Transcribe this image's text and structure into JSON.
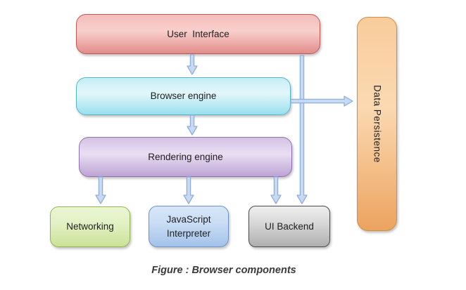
{
  "figure": {
    "caption": "Figure : Browser components"
  },
  "diagram": {
    "nodes": {
      "user_interface": {
        "label": "User  Interface",
        "colors": [
          "#f3bdba",
          "#f8cfcc",
          "#e28c8a"
        ],
        "border": "#bf5a57"
      },
      "browser_engine": {
        "label": "Browser engine",
        "colors": [
          "#c6edf5",
          "#e2f7fb",
          "#9adeee"
        ],
        "border": "#54b6cb"
      },
      "rendering_engine": {
        "label": "Rendering engine",
        "colors": [
          "#d4c2e4",
          "#e9def2",
          "#bda4d4"
        ],
        "border": "#8e71ad"
      },
      "networking": {
        "label": "Networking",
        "colors": [
          "#ebf6d4",
          "#e2f1c4",
          "#cbe299"
        ],
        "border": "#94b64f"
      },
      "js_interpreter": {
        "label": "JavaScript Interpreter",
        "colors": [
          "#d7e6f8",
          "#c9ddf5",
          "#a3c2e9"
        ],
        "border": "#7093c5"
      },
      "ui_backend": {
        "label": "UI Backend",
        "colors": [
          "#efefef",
          "#d8d8d8",
          "#aeaeae"
        ],
        "border": "#4a4a4a"
      },
      "data_persistence": {
        "label": "Data Persistence",
        "colors": [
          "#f8cc9c",
          "#fbd9b1",
          "#eca360"
        ],
        "border": "#d28f45"
      }
    },
    "edges": [
      {
        "from": "User Interface",
        "to": "Browser engine"
      },
      {
        "from": "Browser engine",
        "to": "Rendering engine"
      },
      {
        "from": "Rendering engine",
        "to": "Networking"
      },
      {
        "from": "Rendering engine",
        "to": "JavaScript Interpreter"
      },
      {
        "from": "Rendering engine",
        "to": "UI Backend"
      },
      {
        "from": "User Interface",
        "to": "UI Backend"
      },
      {
        "from": "Browser engine",
        "to": "Data Persistence"
      }
    ],
    "arrow_style": {
      "fill": "#c8d9f2",
      "stroke": "#8fafdb"
    }
  }
}
